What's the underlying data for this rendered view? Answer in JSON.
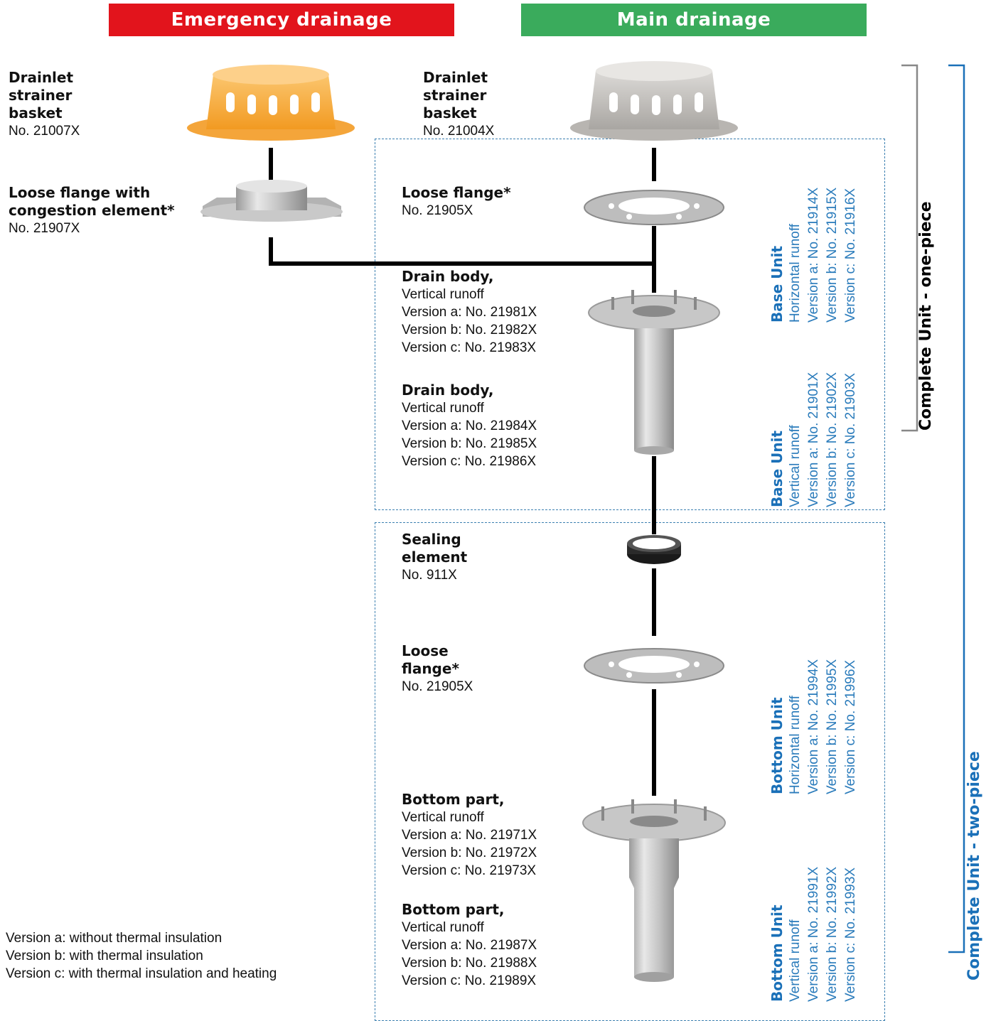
{
  "headers": {
    "emergency": "Emergency drainage",
    "main": "Main drainage"
  },
  "colors": {
    "emergency": "#e2141c",
    "main": "#3aab5c",
    "blue": "#1a70b8",
    "orange": "#f6a93b"
  },
  "emergency_parts": [
    {
      "title": "Drainlet strainer basket",
      "lines": [
        "No. 21007X"
      ]
    },
    {
      "title": "Loose flange with congestion element*",
      "lines": [
        "No. 21907X"
      ]
    }
  ],
  "main_parts": {
    "strainer": {
      "title": "Drainlet strainer basket",
      "no": "No. 21004X"
    },
    "flange1": {
      "title": "Loose flange*",
      "no": "No. 21905X"
    },
    "drain1": {
      "title": "Drain body,",
      "lines": [
        "Vertical runoff",
        "Version a: No. 21981X",
        "Version b: No. 21982X",
        "Version c: No. 21983X"
      ]
    },
    "drain2": {
      "title": "Drain body,",
      "lines": [
        "Vertical runoff",
        "Version a: No. 21984X",
        "Version b: No. 21985X",
        "Version c: No. 21986X"
      ]
    },
    "sealing": {
      "title": "Sealing element",
      "no": "No. 911X"
    },
    "flange2": {
      "title": "Loose flange*",
      "no": "No. 21905X"
    },
    "bottom1": {
      "title": "Bottom part,",
      "lines": [
        "Vertical runoff",
        "Version a: No. 21971X",
        "Version b: No. 21972X",
        "Version c: No. 21973X"
      ]
    },
    "bottom2": {
      "title": "Bottom part,",
      "lines": [
        "Vertical runoff",
        "Version a: No. 21987X",
        "Version b: No. 21988X",
        "Version c: No. 21989X"
      ]
    }
  },
  "units": {
    "base_h": {
      "title": "Base Unit",
      "lines": [
        "Horizontal runoff",
        "Version a: No. 21914X",
        "Version b: No. 21915X",
        "Version c: No. 21916X"
      ]
    },
    "base_v": {
      "title": "Base Unit",
      "lines": [
        "Vertical runoff",
        "Version a: No. 21901X",
        "Version b: No. 21902X",
        "Version c: No. 21903X"
      ]
    },
    "bottom_h": {
      "title": "Bottom Unit",
      "lines": [
        "Horizontal runoff",
        "Version a: No. 21994X",
        "Version b: No. 21995X",
        "Version c: No. 21996X"
      ]
    },
    "bottom_v": {
      "title": "Bottom Unit",
      "lines": [
        "Vertical runoff",
        "Version a: No. 21991X",
        "Version b: No. 21992X",
        "Version c: No. 21993X"
      ]
    }
  },
  "complete": {
    "one_piece": "Complete Unit - one-piece",
    "two_piece": "Complete Unit - two-piece"
  },
  "legend": [
    "Version a: without thermal insulation",
    "Version b: with thermal insulation",
    "Version c: with thermal insulation and heating"
  ]
}
